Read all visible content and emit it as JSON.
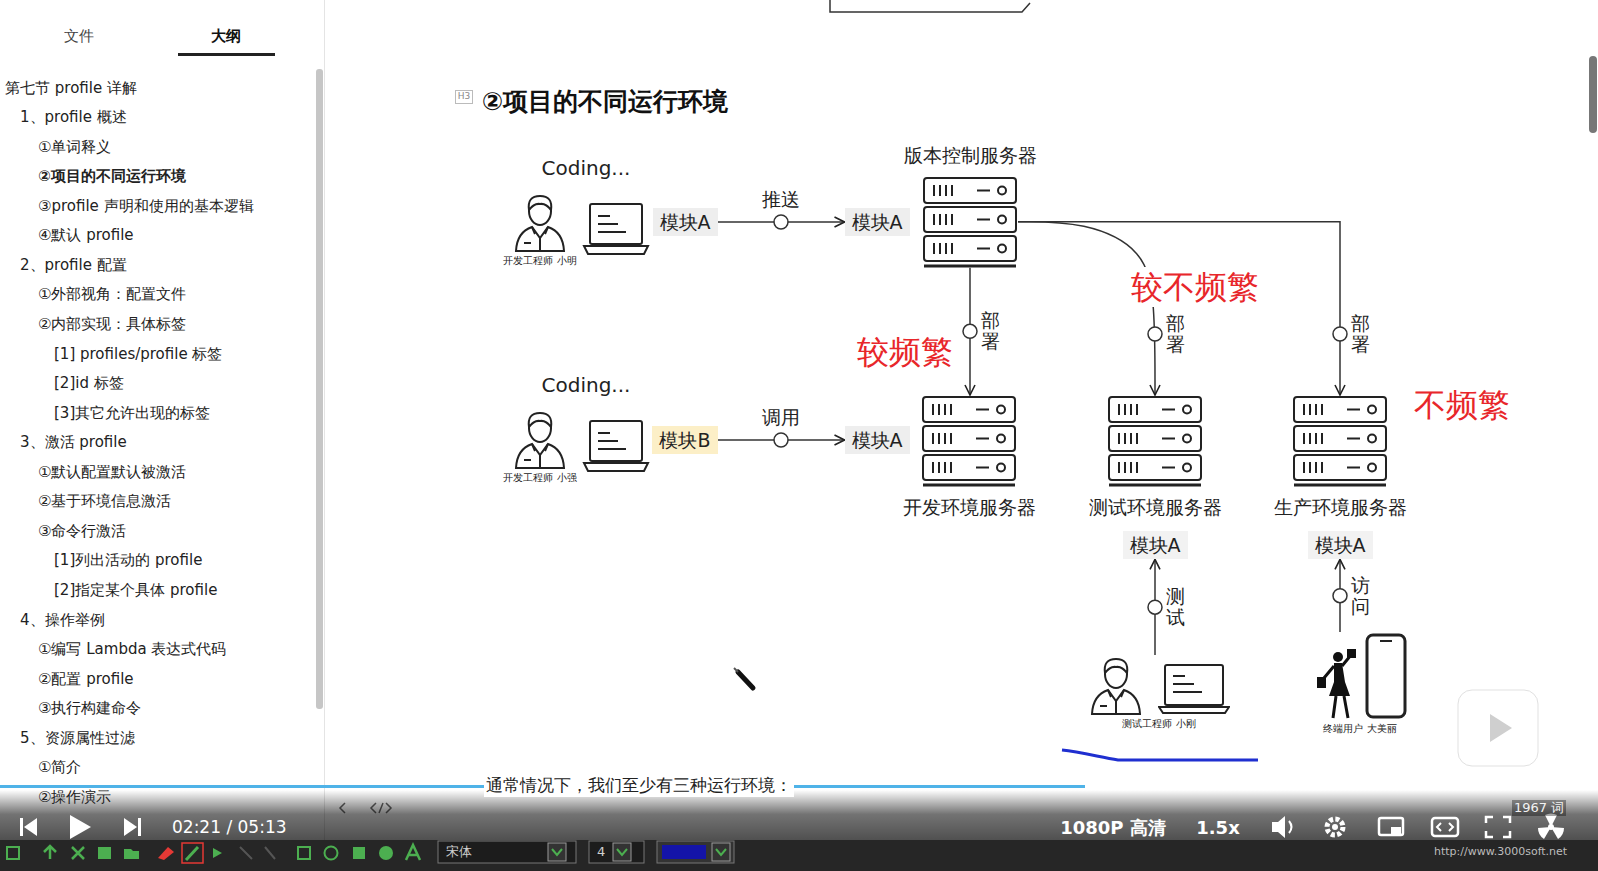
{
  "diagram": {
    "title": "②项目的不同运行环境",
    "nodes": [
      {
        "text": [
          "开发工程师 小明"
        ]
      },
      {
        "text": [
          "模块A"
        ]
      },
      {
        "text": [
          "模块A"
        ]
      },
      {
        "text": [
          "版本控制服务器"
        ]
      },
      {
        "text": [
          "开发工程师 小强"
        ]
      },
      {
        "text": [
          "模块B"
        ]
      },
      {
        "text": [
          "模块A"
        ]
      },
      {
        "text": [
          "开发环境服务器"
        ]
      },
      {
        "text": [
          "测试环境服务器"
        ]
      },
      {
        "text": [
          "生产环境服务器"
        ]
      },
      {
        "text": [
          "模块A"
        ]
      },
      {
        "text": [
          "模块A"
        ]
      },
      {
        "text": [
          "测试工程师 小刚"
        ]
      },
      {
        "text": [
          "终端用户 大美丽"
        ]
      }
    ],
    "edges": [
      {
        "from": 1,
        "to": 2,
        "label": "推送",
        "arrow": "to"
      },
      {
        "from": 3,
        "to": 7,
        "label": "部署",
        "arrow": "to"
      },
      {
        "from": 3,
        "to": 8,
        "label": "部署",
        "arrow": "to"
      },
      {
        "from": 3,
        "to": 9,
        "label": "部署",
        "arrow": "to"
      },
      {
        "from": 5,
        "to": 6,
        "label": "调用",
        "arrow": "to"
      },
      {
        "from": 12,
        "to": 10,
        "label": "测试",
        "arrow": "to"
      },
      {
        "from": 13,
        "to": 11,
        "label": "访问",
        "arrow": "to"
      }
    ],
    "labels": [
      "H3",
      "Coding...",
      "Coding...",
      "较频繁",
      "较不频繁",
      "不频繁",
      "文件",
      "大纲",
      "第七节 profile 详解",
      "1、profile 概述",
      "①单词释义",
      "②项目的不同运行环境",
      "③profile 声明和使用的基本逻辑",
      "④默认 profile",
      "2、profile 配置",
      "①外部视角：配置文件",
      "②内部实现：具体标签",
      "[1] profiles/profile 标签",
      "[2]id 标签",
      "[3]其它允许出现的标签",
      "3、激活 profile",
      "①默认配置默认被激活",
      "②基于环境信息激活",
      "③命令行激活",
      "[1]列出活动的 profile",
      "[2]指定某个具体 profile",
      "4、操作举例",
      "①编写 Lambda 表达式代码",
      "②配置 profile",
      "③执行构建命令",
      "5、资源属性过滤",
      "①简介",
      "②操作演示",
      "通常情况下，我们至少有三种运行环境：",
      "1967 词",
      "02:21 / 05:13",
      "1080P 高清",
      "1.5x",
      "宋体",
      "4",
      "http://www.3000soft.net"
    ]
  }
}
